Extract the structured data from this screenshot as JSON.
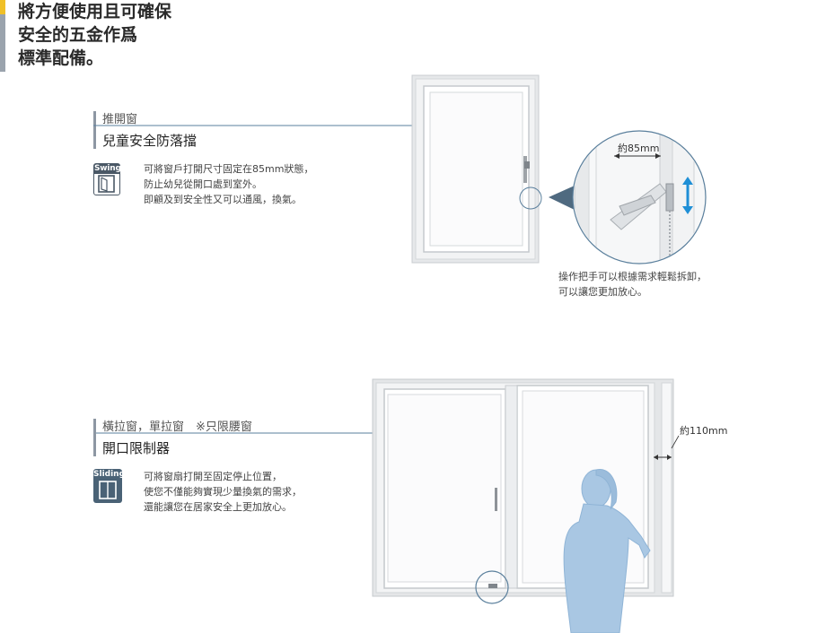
{
  "headline": {
    "lines": [
      "將方便使用且可確保",
      "安全的五金作爲",
      "標準配備。"
    ]
  },
  "swing": {
    "label": "推開窗",
    "title": "兒童安全防落擋",
    "icon_label": "Swing",
    "desc": [
      "可將窗戶打開尺寸固定在85mm狀態，",
      "防止幼兒從開口處到室外。",
      "即顧及到安全性又可以通風，換氣。"
    ],
    "zoom_dimension": "約85mm",
    "caption": [
      "操作把手可以根據需求輕鬆拆卸，",
      "可以讓您更加放心。"
    ]
  },
  "sliding": {
    "label": "橫拉窗，單拉窗　※只限腰窗",
    "title": "開口限制器",
    "icon_label": "Sliding",
    "desc": [
      "可將窗扇打開至固定停止位置，",
      "使您不僅能夠實現少量換氣的需求，",
      "還能讓您在居家安全上更加放心。"
    ],
    "dimension": "約110mm"
  },
  "colors": {
    "accent_yellow": "#f0c028",
    "bar_gray": "#9aa3ad",
    "leader_line": "#5a7f9c",
    "arrow_blue": "#1f8fd6",
    "figure_blue": "#a9c7e3"
  }
}
